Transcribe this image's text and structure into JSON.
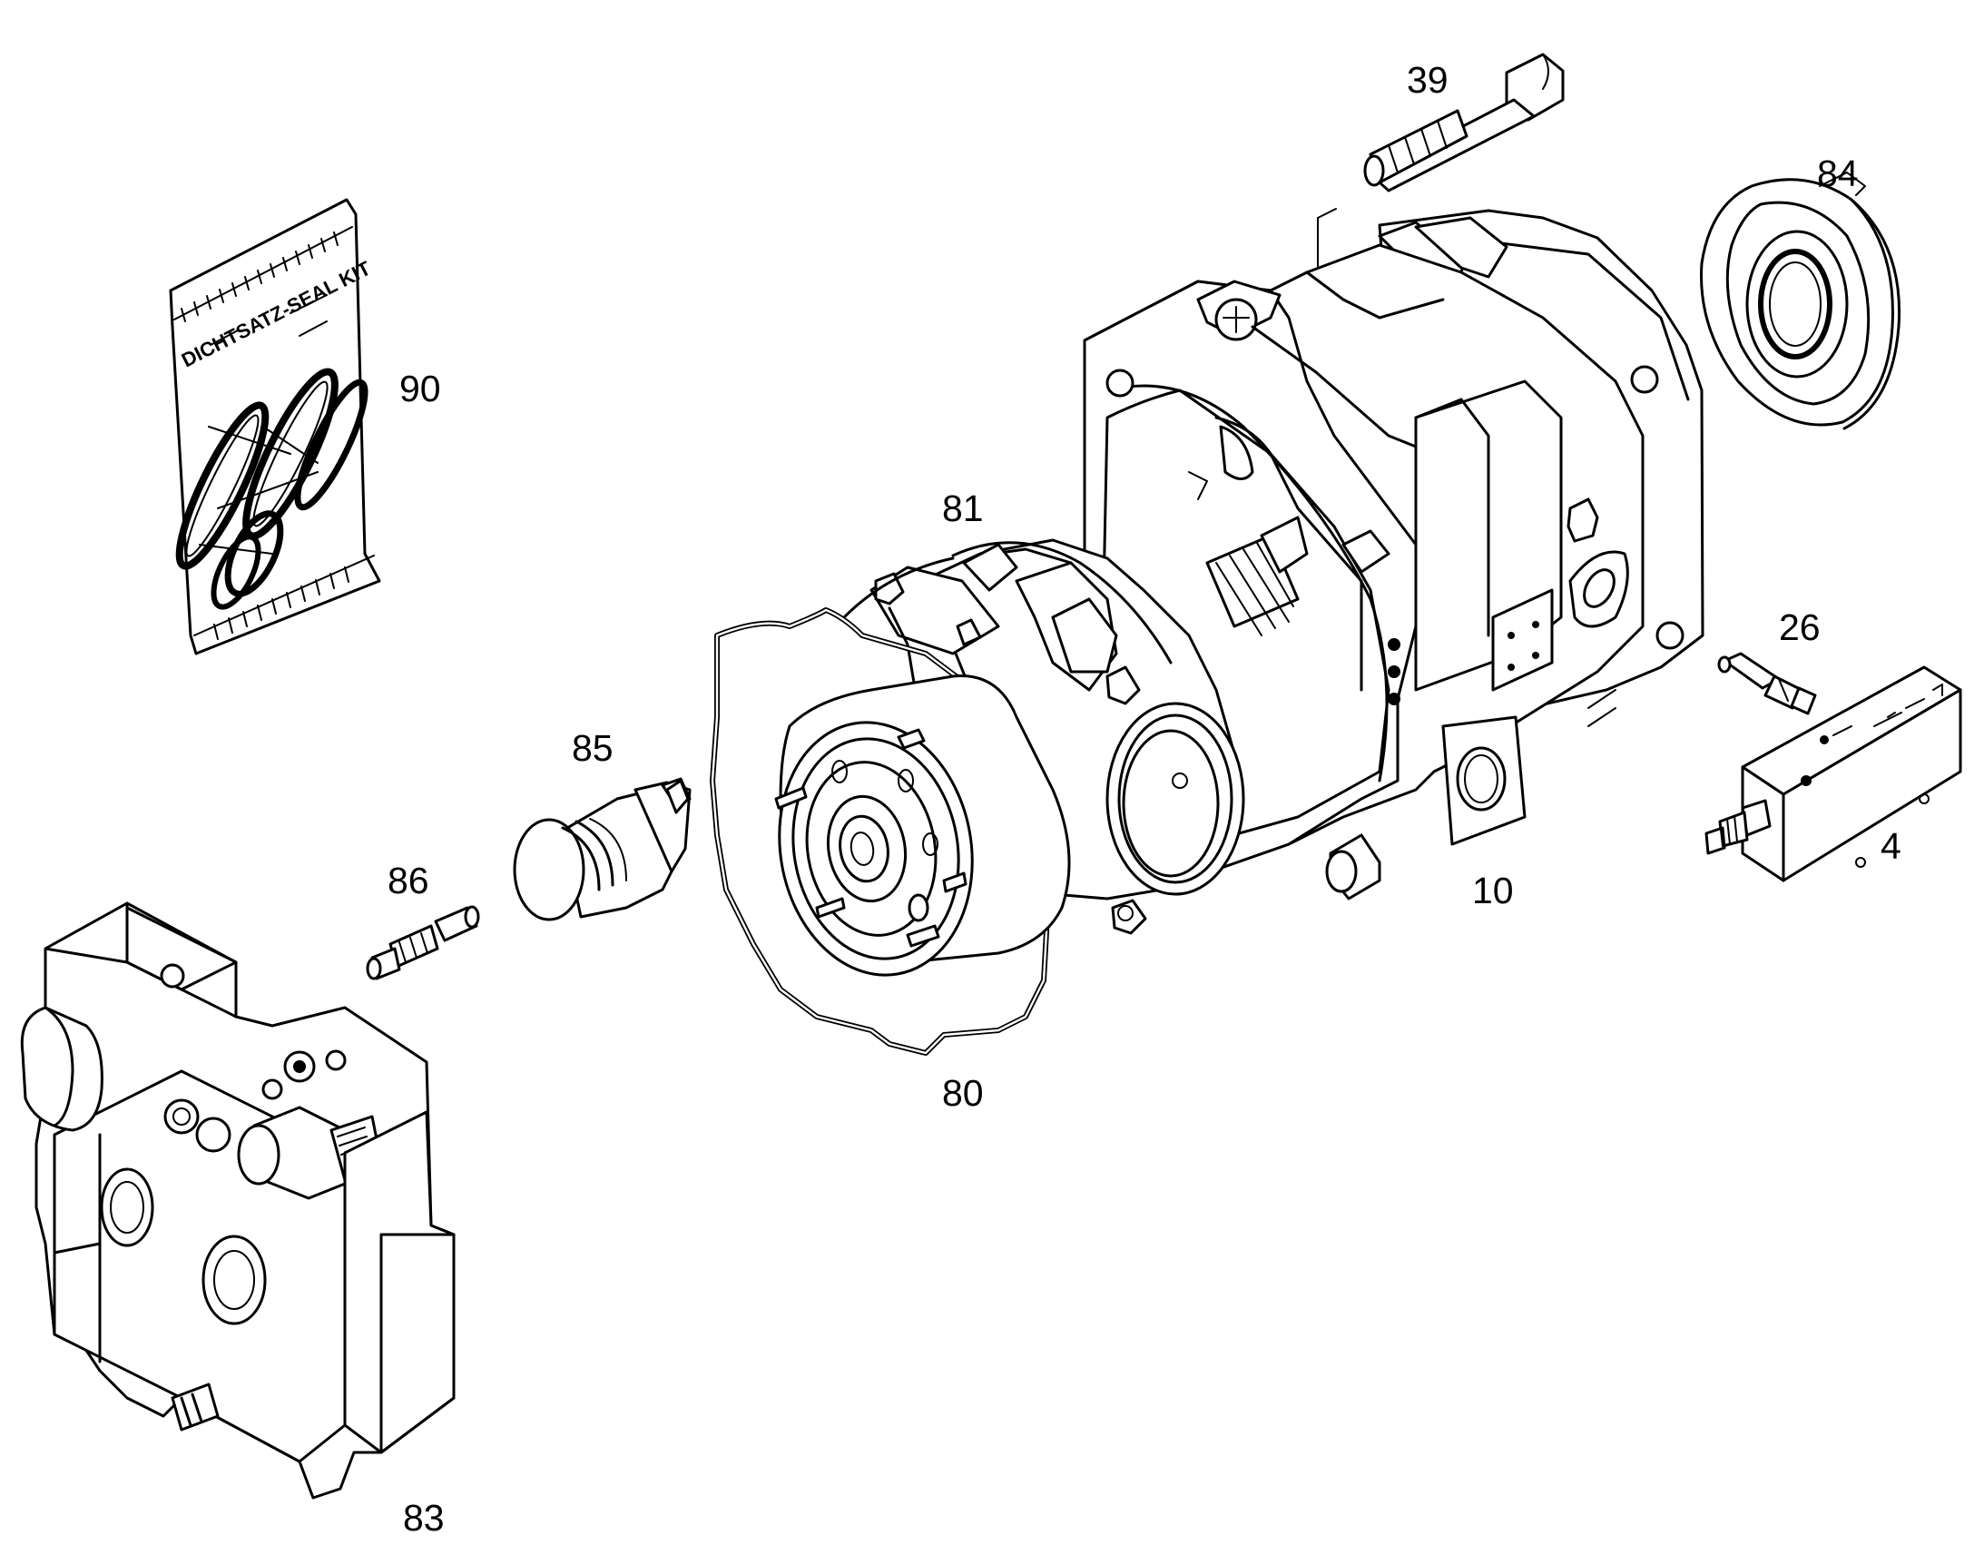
{
  "diagram": {
    "seal_kit_bag_text": "DICHTSATZ-SEAL KIT",
    "callouts": [
      {
        "id": "39",
        "text": "39"
      },
      {
        "id": "84",
        "text": "84"
      },
      {
        "id": "90",
        "text": "90"
      },
      {
        "id": "81",
        "text": "81"
      },
      {
        "id": "26",
        "text": "26"
      },
      {
        "id": "85",
        "text": "85"
      },
      {
        "id": "86",
        "text": "86"
      },
      {
        "id": "10",
        "text": "10"
      },
      {
        "id": "4",
        "text": "4"
      },
      {
        "id": "80",
        "text": "80"
      },
      {
        "id": "83",
        "text": "83"
      }
    ]
  },
  "colors": {
    "line": "#000000",
    "background": "#ffffff"
  }
}
